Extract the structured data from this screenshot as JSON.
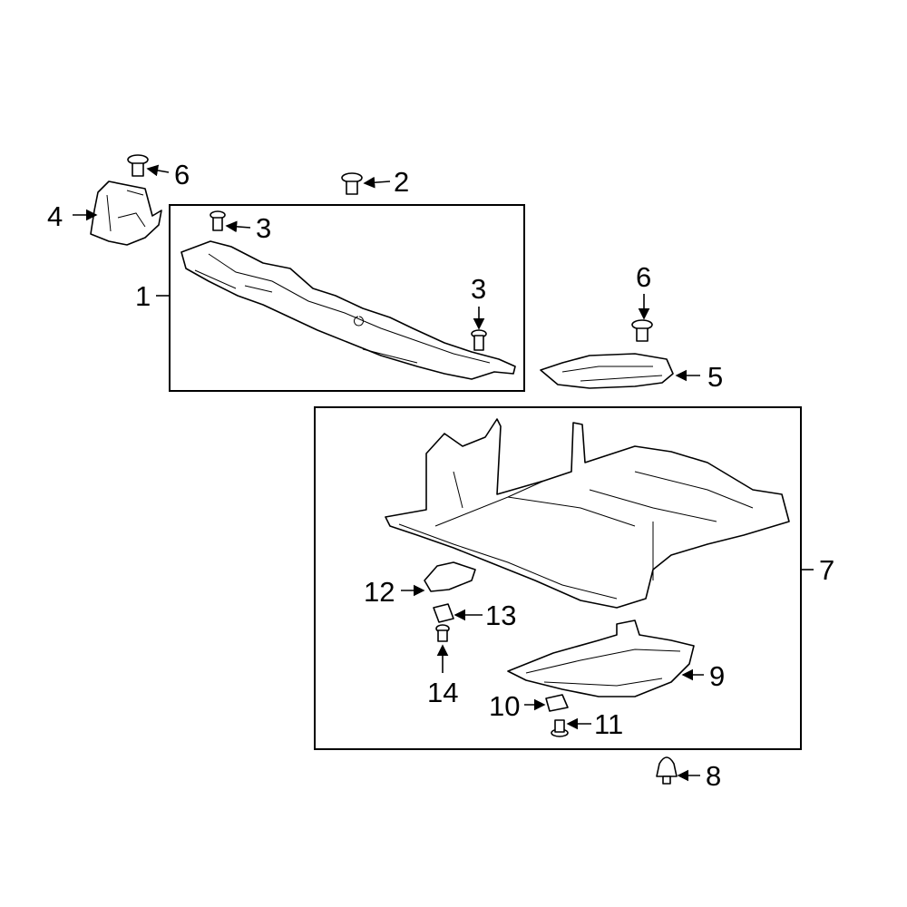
{
  "diagram": {
    "type": "exploded parts diagram",
    "callouts": {
      "c1": "1",
      "c2": "2",
      "c3a": "3",
      "c3b": "3",
      "c4": "4",
      "c5": "5",
      "c6a": "6",
      "c6b": "6",
      "c7": "7",
      "c8": "8",
      "c9": "9",
      "c10": "10",
      "c11": "11",
      "c12": "12",
      "c13": "13",
      "c14": "14"
    }
  }
}
